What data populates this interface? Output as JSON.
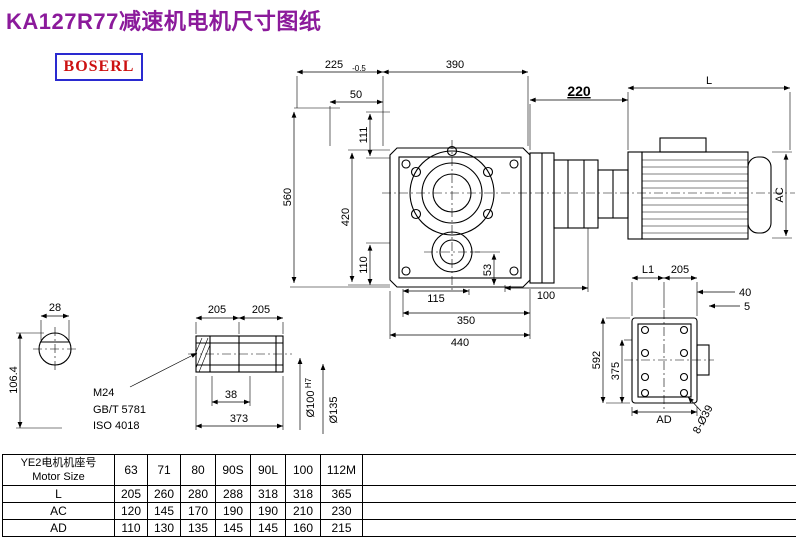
{
  "title": "KA127R77减速机电机尺寸图纸",
  "logo": "BOSERL",
  "colors": {
    "title": "#8b1a9b",
    "logo_text": "#cc1111",
    "logo_border": "#2a2ad0",
    "line": "#000000"
  },
  "front_view": {
    "top_width_a": "225",
    "top_width_a_tol": "-0.5",
    "top_width_b": "390",
    "top_width_c": "50",
    "adapter_length": "220",
    "motor_length": "L",
    "total_height": "560",
    "housing_height": "420",
    "top_offset": "111",
    "bottom_offset": "110",
    "foot_offset": "53",
    "bottom_a": "115",
    "bottom_b": "100",
    "bottom_c": "350",
    "bottom_d": "440",
    "motor_diameter": "AC"
  },
  "shaft_end_view": {
    "keyway_width": "28",
    "shaft_height": "106.4"
  },
  "shaft_side_view": {
    "half_length_a": "205",
    "half_length_b": "205",
    "thread_length": "38",
    "total_length": "373",
    "thread_spec": "M24",
    "standard_a": "GB/T 5781",
    "standard_b": "ISO 4018",
    "bore_dia": "Ø100",
    "bore_fit": "H7",
    "outer_dia": "Ø135"
  },
  "rear_view": {
    "width_a": "L1",
    "width_b": "205",
    "edge_a": "40",
    "edge_b": "5",
    "height_a": "592",
    "height_b": "375",
    "width_label": "AD",
    "holes": "8-Ø39"
  },
  "table": {
    "header_label_cn": "YE2电机机座号",
    "header_label_en": "Motor Size",
    "columns": [
      "63",
      "71",
      "80",
      "90S",
      "90L",
      "100",
      "112M"
    ],
    "rows": [
      {
        "label": "L",
        "values": [
          "205",
          "260",
          "280",
          "288",
          "318",
          "318",
          "365"
        ]
      },
      {
        "label": "AC",
        "values": [
          "120",
          "145",
          "170",
          "190",
          "190",
          "210",
          "230"
        ]
      },
      {
        "label": "AD",
        "values": [
          "110",
          "130",
          "135",
          "145",
          "145",
          "160",
          "215"
        ]
      }
    ]
  }
}
